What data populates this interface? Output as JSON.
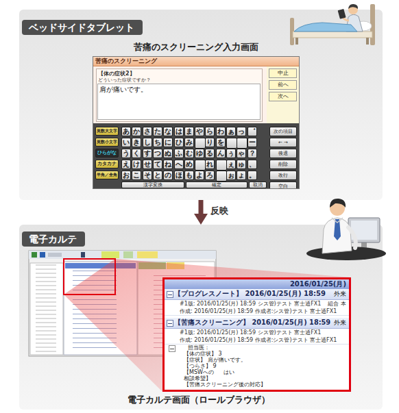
{
  "diagram": {
    "nodes": [
      {
        "text": [
          "ベッドサイドタブレット"
        ]
      },
      {
        "text": [
          "苦痛のスクリーニング入力画面",
          "苦痛のスクリーニング"
        ],
        "in": 0
      },
      {
        "text": [
          "電子カルテ"
        ]
      },
      {
        "text": [
          "電子カルテ画面（ロールブラウザ）"
        ],
        "in": 2
      },
      {
        "text": [
          "2016/01/25(月)"
        ],
        "in": 2
      },
      {
        "text": [
          "【プログレスノート】 2016/01/25(月) 18:59",
          "外来",
          "#1版: 2016/01/25(月) 18:59 シス管)テスト 富士通FX1",
          "組合 本",
          "作成: 2016/01/25(月) 18:59 作成者:シス管)テスト 富士通FX1"
        ],
        "in": 4
      },
      {
        "text": [
          "【苦痛スクリーニング】 2016/01/25(月) 18:59",
          "外来",
          "#1版: 2016/01/25(月) 18:59 シス管)テスト 富士通FX1",
          "作成: 2016/01/25(月) 18:59 作成者:シス管)テスト 富士通FX1",
          "担当医：",
          "【体の症状】 3",
          "【症状】 肩が痛いです。",
          "【つらさ】 9",
          "【MSWへの 相談希望】",
          "はい",
          "【苦痛スクリーニング後の対応】"
        ],
        "in": 4
      }
    ],
    "edges": [
      {
        "from": 0,
        "to": 2,
        "label": "反映",
        "arrow": "to"
      }
    ],
    "labels": [
      "【体の症状2】",
      "どういった症状ですか？",
      "肩が痛いです。",
      "中止",
      "前へ",
      "次へ",
      "英数大文字",
      "英数小文字",
      "ひらがな",
      "カタカナ",
      "半角／全角",
      "あ",
      "か",
      "さ",
      "た",
      "な",
      "は",
      "ま",
      "や",
      "ら",
      "わ",
      "ぁ",
      "っ",
      "゛",
      "い",
      "き",
      "し",
      "ち",
      "に",
      "ひ",
      "み",
      "り",
      "を",
      "ー",
      "う",
      "く",
      "す",
      "つ",
      "ぬ",
      "ふ",
      "む",
      "ゆ",
      "る",
      "ん",
      "ぅ",
      "ゃ",
      "？",
      "え",
      "け",
      "せ",
      "て",
      "ね",
      "へ",
      "め",
      "れ",
      "ぇ",
      "ゅ",
      "、",
      "お",
      "こ",
      "そ",
      "と",
      "の",
      "ほ",
      "も",
      "よ",
      "ろ",
      "ぉ",
      "ょ",
      "。",
      "次の項目",
      "← →",
      "後退",
      "削除",
      "改行",
      "空白",
      "漢字変換",
      "確定",
      "取消"
    ]
  }
}
